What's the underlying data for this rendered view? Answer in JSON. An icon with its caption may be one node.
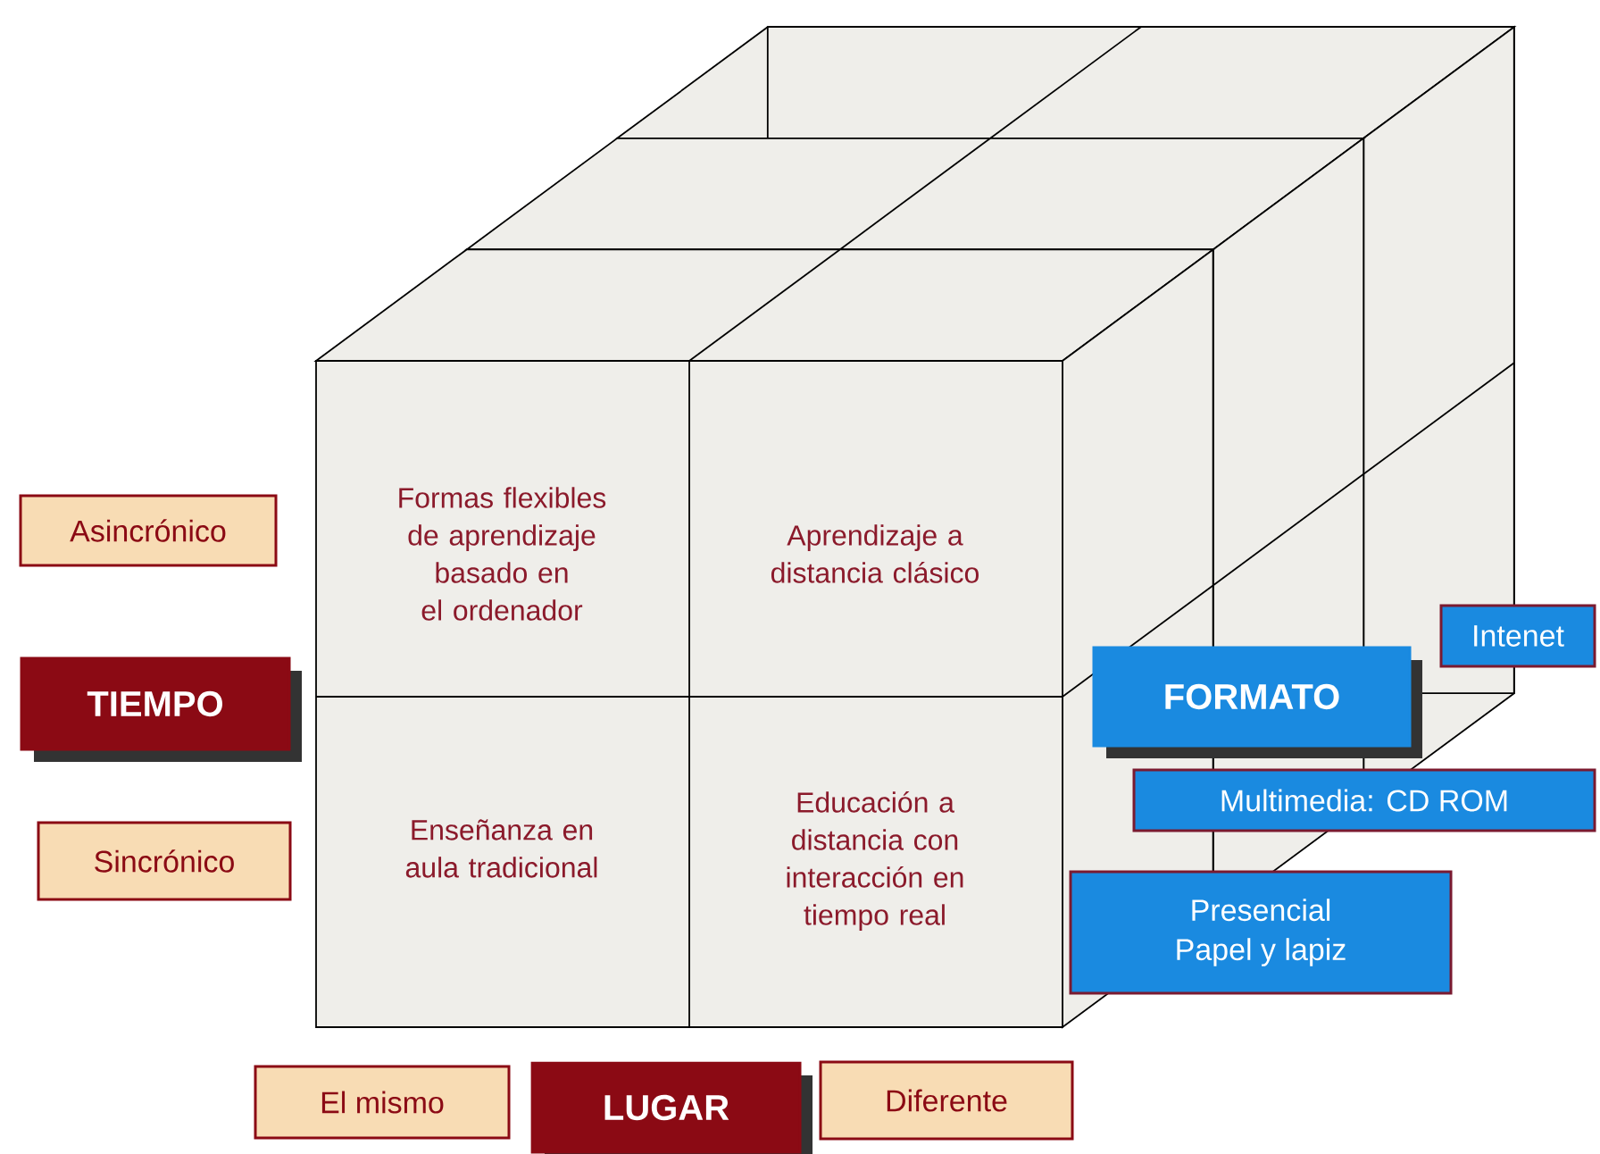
{
  "diagram": {
    "nodes": [
      {
        "text": [
          "Formas flexibles de aprendizaje basado en el ordenador"
        ]
      },
      {
        "text": [
          "Aprendizaje a distancia clásico"
        ]
      },
      {
        "text": [
          "Asincrónico"
        ]
      },
      {
        "text": [
          "Intenet"
        ]
      },
      {
        "text": [
          "TIEMPO"
        ]
      },
      {
        "text": [
          "FORMATO"
        ]
      },
      {
        "text": [
          "Multimedia: CD ROM"
        ]
      },
      {
        "text": [
          "Enseñanza en aula tradicional"
        ]
      },
      {
        "text": [
          "Educación a distancia con interacción en tiempo real"
        ]
      },
      {
        "text": [
          "Sincrónico"
        ]
      },
      {
        "text": [
          "Presencial",
          "Papel y lapiz"
        ]
      },
      {
        "text": [
          "El mismo"
        ]
      },
      {
        "text": [
          "LUGAR"
        ]
      },
      {
        "text": [
          "Diferente"
        ]
      }
    ]
  }
}
